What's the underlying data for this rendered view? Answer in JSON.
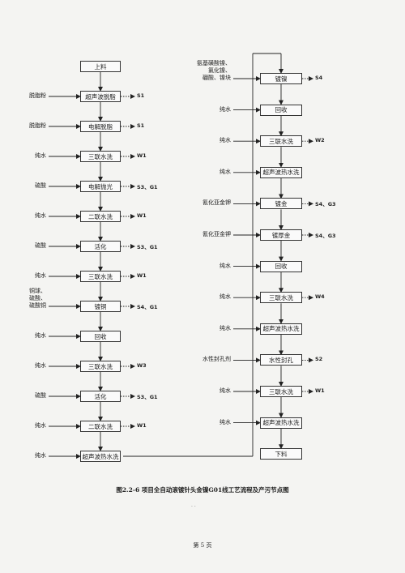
{
  "figure": {
    "caption": "图2.2-6  项目全自动滚镀针头金镍G01线工艺流程及产污节点图",
    "page_number": "第 5 页",
    "center_mark": "· ·"
  },
  "left_column": {
    "steps": [
      {
        "name": "上料",
        "input": "",
        "output": ""
      },
      {
        "name": "超声波脱脂",
        "input": "脱脂粉",
        "output": "S1"
      },
      {
        "name": "电解脱脂",
        "input": "脱脂粉",
        "output": "S1"
      },
      {
        "name": "三联水洗",
        "input": "纯水",
        "output": "W1"
      },
      {
        "name": "电解抛光",
        "input": "硫酸",
        "output": "S3、G1"
      },
      {
        "name": "二联水洗",
        "input": "纯水",
        "output": "W1"
      },
      {
        "name": "活化",
        "input": "硫酸",
        "output": "S3、G1"
      },
      {
        "name": "三联水洗",
        "input": "纯水",
        "output": "W1"
      },
      {
        "name": "镀铜",
        "input": "铜球、\n硫酸、\n硫酸铜",
        "output": "S4、G1"
      },
      {
        "name": "回收",
        "input": "纯水",
        "output": ""
      },
      {
        "name": "三联水洗",
        "input": "纯水",
        "output": "W3"
      },
      {
        "name": "活化",
        "input": "硫酸",
        "output": "S3、G1"
      },
      {
        "name": "二联水洗",
        "input": "纯水",
        "output": "W1"
      },
      {
        "name": "超声波热水洗",
        "input": "纯水",
        "output": ""
      }
    ]
  },
  "right_column": {
    "steps": [
      {
        "name": "镀镍",
        "input": "氨基磺酸镍、\n氯化镍、\n硼酸、镍块",
        "output": "S4"
      },
      {
        "name": "回收",
        "input": "纯水",
        "output": ""
      },
      {
        "name": "三联水洗",
        "input": "纯水",
        "output": "W2"
      },
      {
        "name": "超声波热水洗",
        "input": "纯水",
        "output": ""
      },
      {
        "name": "镀金",
        "input": "氰化亚金钾",
        "output": "S4、G3"
      },
      {
        "name": "镀厚金",
        "input": "氰化亚金钾",
        "output": "S4、G3"
      },
      {
        "name": "回收",
        "input": "纯水",
        "output": ""
      },
      {
        "name": "三联水洗",
        "input": "纯水",
        "output": "W4"
      },
      {
        "name": "超声波热水洗",
        "input": "纯水",
        "output": ""
      },
      {
        "name": "水性封孔",
        "input": "水性封孔剂",
        "output": "S2"
      },
      {
        "name": "三联水洗",
        "input": "纯水",
        "output": "W1"
      },
      {
        "name": "超声波热水洗",
        "input": "纯水",
        "output": ""
      },
      {
        "name": "下料",
        "input": "",
        "output": ""
      }
    ]
  }
}
